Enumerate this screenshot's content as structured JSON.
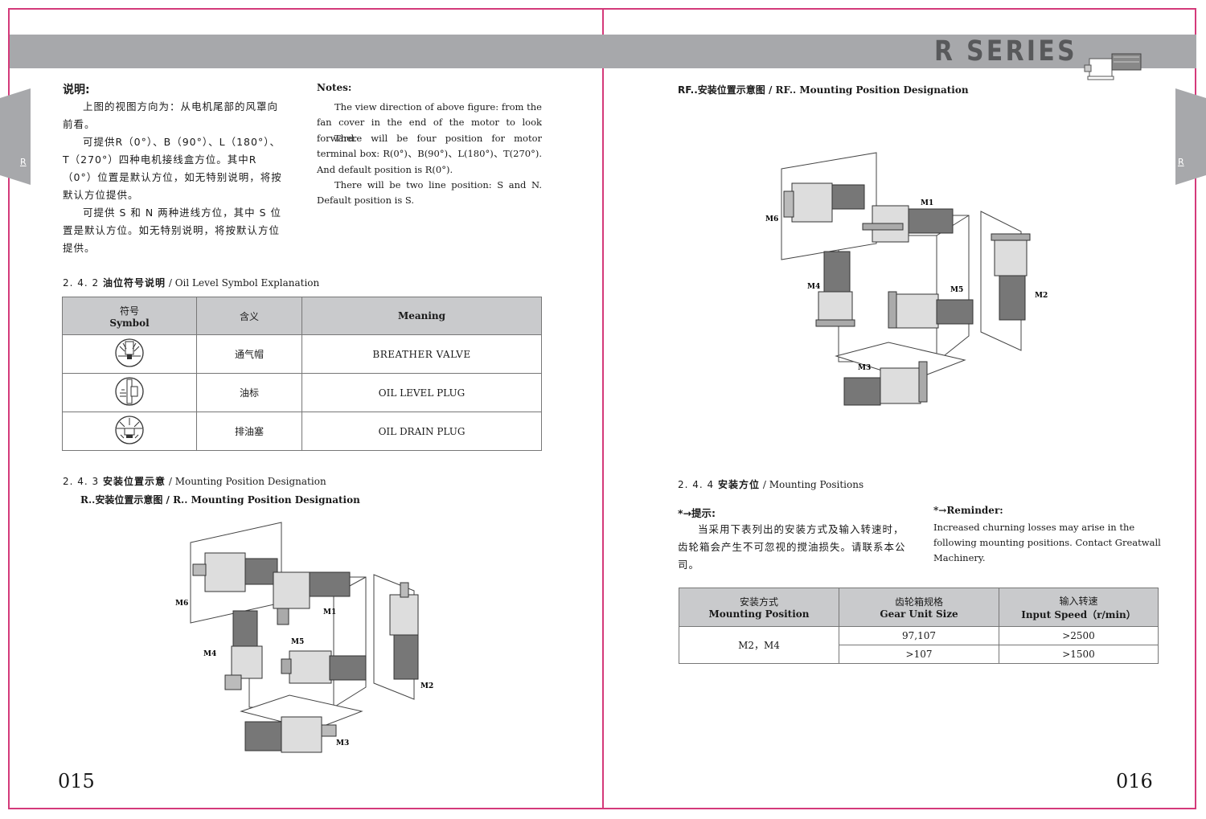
{
  "header": {
    "series_title": "R SERIES",
    "tab_letter_left": "R",
    "tab_letter_right": "R"
  },
  "left_page": {
    "notes_cn_title": "说明:",
    "notes_cn_p1": "上图的视图方向为：从电机尾部的风罩向前看。",
    "notes_cn_p2": "可提供R（0°）、B（90°）、L（180°）、T（270°）四种电机接线盒方位。其中R（0°）位置是默认方位，如无特别说明，将按默认方位提供。",
    "notes_cn_p3": "可提供 S 和 N 两种进线方位，其中 S 位置是默认方位。如无特别说明，将按默认方位提供。",
    "notes_en_title": "Notes:",
    "notes_en_p1": "The view direction of above figure: from the fan cover in the end of the motor to look forward.",
    "notes_en_p2": "There will be four position for motor terminal box: R(0°)、B(90°)、L(180°)、T(270°). And default position is R(0°).",
    "notes_en_p3": "There will be two line position: S and N. Default position is S.",
    "section_242": {
      "num": "2. 4. 2",
      "cn": "油位符号说明",
      "en": " / Oil Level Symbol Explanation"
    },
    "oil_table": {
      "headers": {
        "symbol_cn": "符号",
        "symbol_en": "Symbol",
        "meaning_cn": "含义",
        "meaning_en": "Meaning"
      },
      "rows": [
        {
          "icon": "breather-valve-icon",
          "cn": "通气帽",
          "en": "BREATHER  VALVE"
        },
        {
          "icon": "oil-level-plug-icon",
          "cn": "油标",
          "en": "OIL LEVEL PLUG"
        },
        {
          "icon": "oil-drain-plug-icon",
          "cn": "排油塞",
          "en": "OIL DRAIN PLUG"
        }
      ]
    },
    "section_243": {
      "num": "2. 4. 3",
      "cn": "安装位置示意",
      "en": " / Mounting Position Designation"
    },
    "r_subtitle": "R..安装位置示意图 / R.. Mounting Position Designation",
    "diagram_labels": {
      "m1": "M1",
      "m2": "M2",
      "m3": "M3",
      "m4": "M4",
      "m5": "M5",
      "m6": "M6"
    },
    "page_number": "015"
  },
  "right_page": {
    "rf_subtitle_cn": "RF..安装位置示意图",
    "rf_subtitle_en": " / RF.. Mounting Position Designation",
    "diagram_labels": {
      "m1": "M1",
      "m2": "M2",
      "m3": "M3",
      "m4": "M4",
      "m5": "M5",
      "m6": "M6"
    },
    "section_244": {
      "num": "2. 4. 4",
      "cn": "安装方位",
      "en": " / Mounting Positions"
    },
    "hint_cn_title": "*→提示:",
    "hint_cn_text": "当采用下表列出的安装方式及输入转速时，齿轮箱会产生不可忽视的搅油损失。请联系本公司。",
    "hint_en_title": "*→Reminder:",
    "hint_en_text": "Increased churning losses may arise in the following mounting positions. Contact Greatwall Machinery.",
    "speed_table": {
      "headers": [
        {
          "cn": "安装方式",
          "en": "Mounting Position"
        },
        {
          "cn": "齿轮箱规格",
          "en": "Gear Unit Size"
        },
        {
          "cn": "输入转速",
          "en": "Input Speed（r/min）"
        }
      ],
      "position": "M2，M4",
      "rows": [
        {
          "size": "97,107",
          "speed": ">2500"
        },
        {
          "size": ">107",
          "speed": ">1500"
        }
      ]
    },
    "page_number": "016"
  }
}
